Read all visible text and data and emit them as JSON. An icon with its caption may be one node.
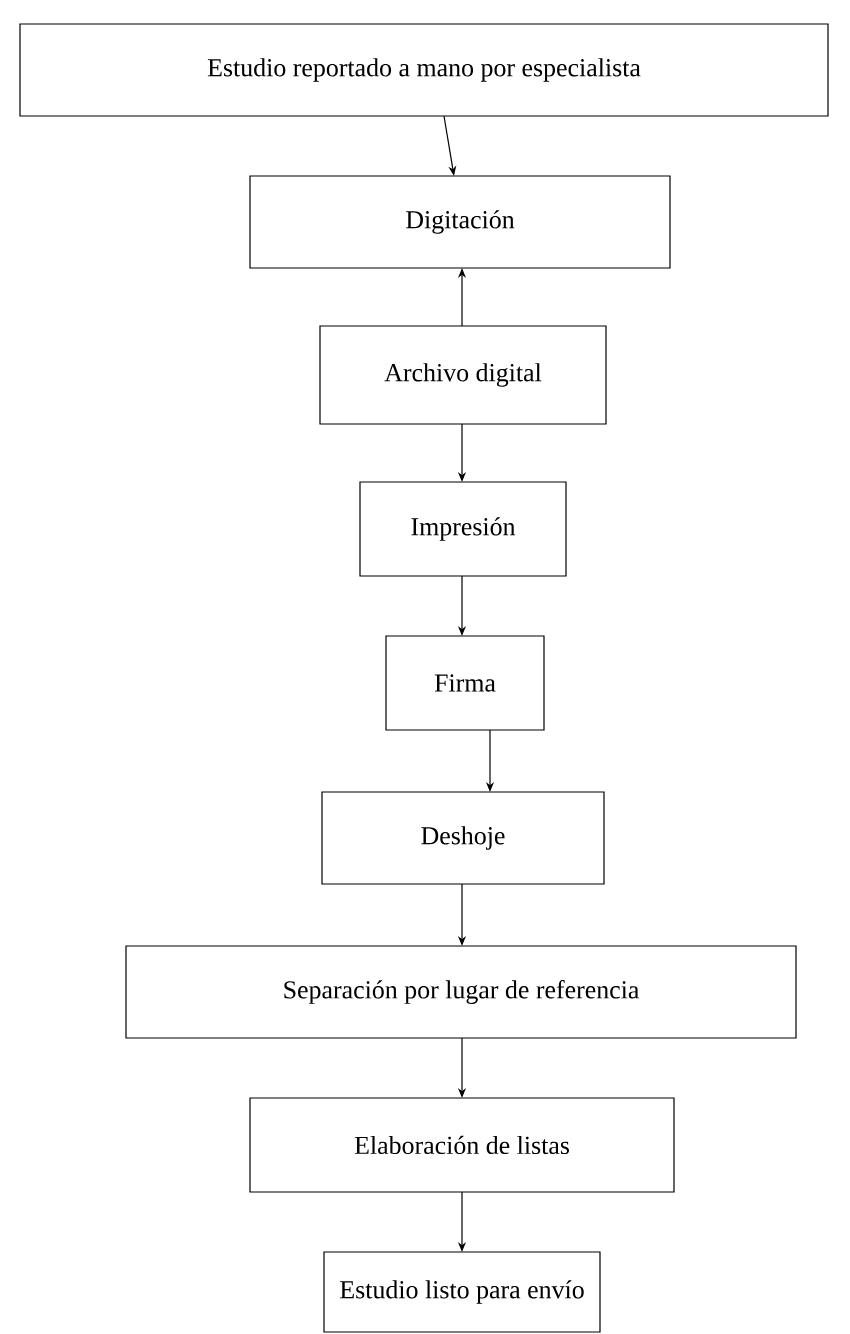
{
  "diagram": {
    "nodes": [
      {
        "text": [
          "Estudio reportado a mano por especialista"
        ]
      },
      {
        "text": [
          "Digitación"
        ]
      },
      {
        "text": [
          "Archivo digital"
        ]
      },
      {
        "text": [
          "Impresión"
        ]
      },
      {
        "text": [
          "Firma"
        ]
      },
      {
        "text": [
          "Deshoje"
        ]
      },
      {
        "text": [
          "Separación por lugar de referencia"
        ]
      },
      {
        "text": [
          "Elaboración de listas"
        ]
      },
      {
        "text": [
          "Estudio listo para envío"
        ]
      }
    ],
    "edges": [
      {
        "from": 0,
        "to": 1,
        "arrow": "to"
      },
      {
        "from": 2,
        "to": 1,
        "arrow": "to"
      },
      {
        "from": 2,
        "to": 3,
        "arrow": "to"
      },
      {
        "from": 3,
        "to": 4,
        "arrow": "to"
      },
      {
        "from": 4,
        "to": 5,
        "arrow": "to"
      },
      {
        "from": 5,
        "to": 6,
        "arrow": "to"
      },
      {
        "from": 6,
        "to": 7,
        "arrow": "to"
      },
      {
        "from": 7,
        "to": 8,
        "arrow": "to"
      }
    ]
  }
}
